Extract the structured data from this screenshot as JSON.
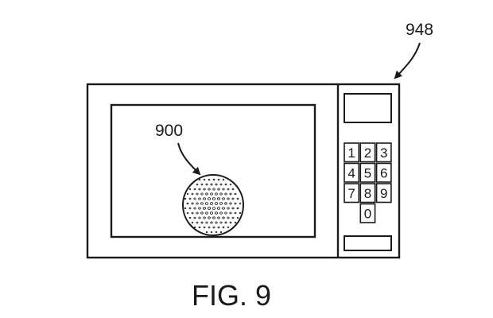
{
  "diagram": {
    "labels": {
      "device_ref": "948",
      "ball_ref": "900"
    },
    "keypad": {
      "rows": [
        [
          "1",
          "2",
          "3"
        ],
        [
          "4",
          "5",
          "6"
        ],
        [
          "7",
          "8",
          "9"
        ],
        [
          "0"
        ]
      ]
    },
    "caption": "FIG. 9"
  }
}
